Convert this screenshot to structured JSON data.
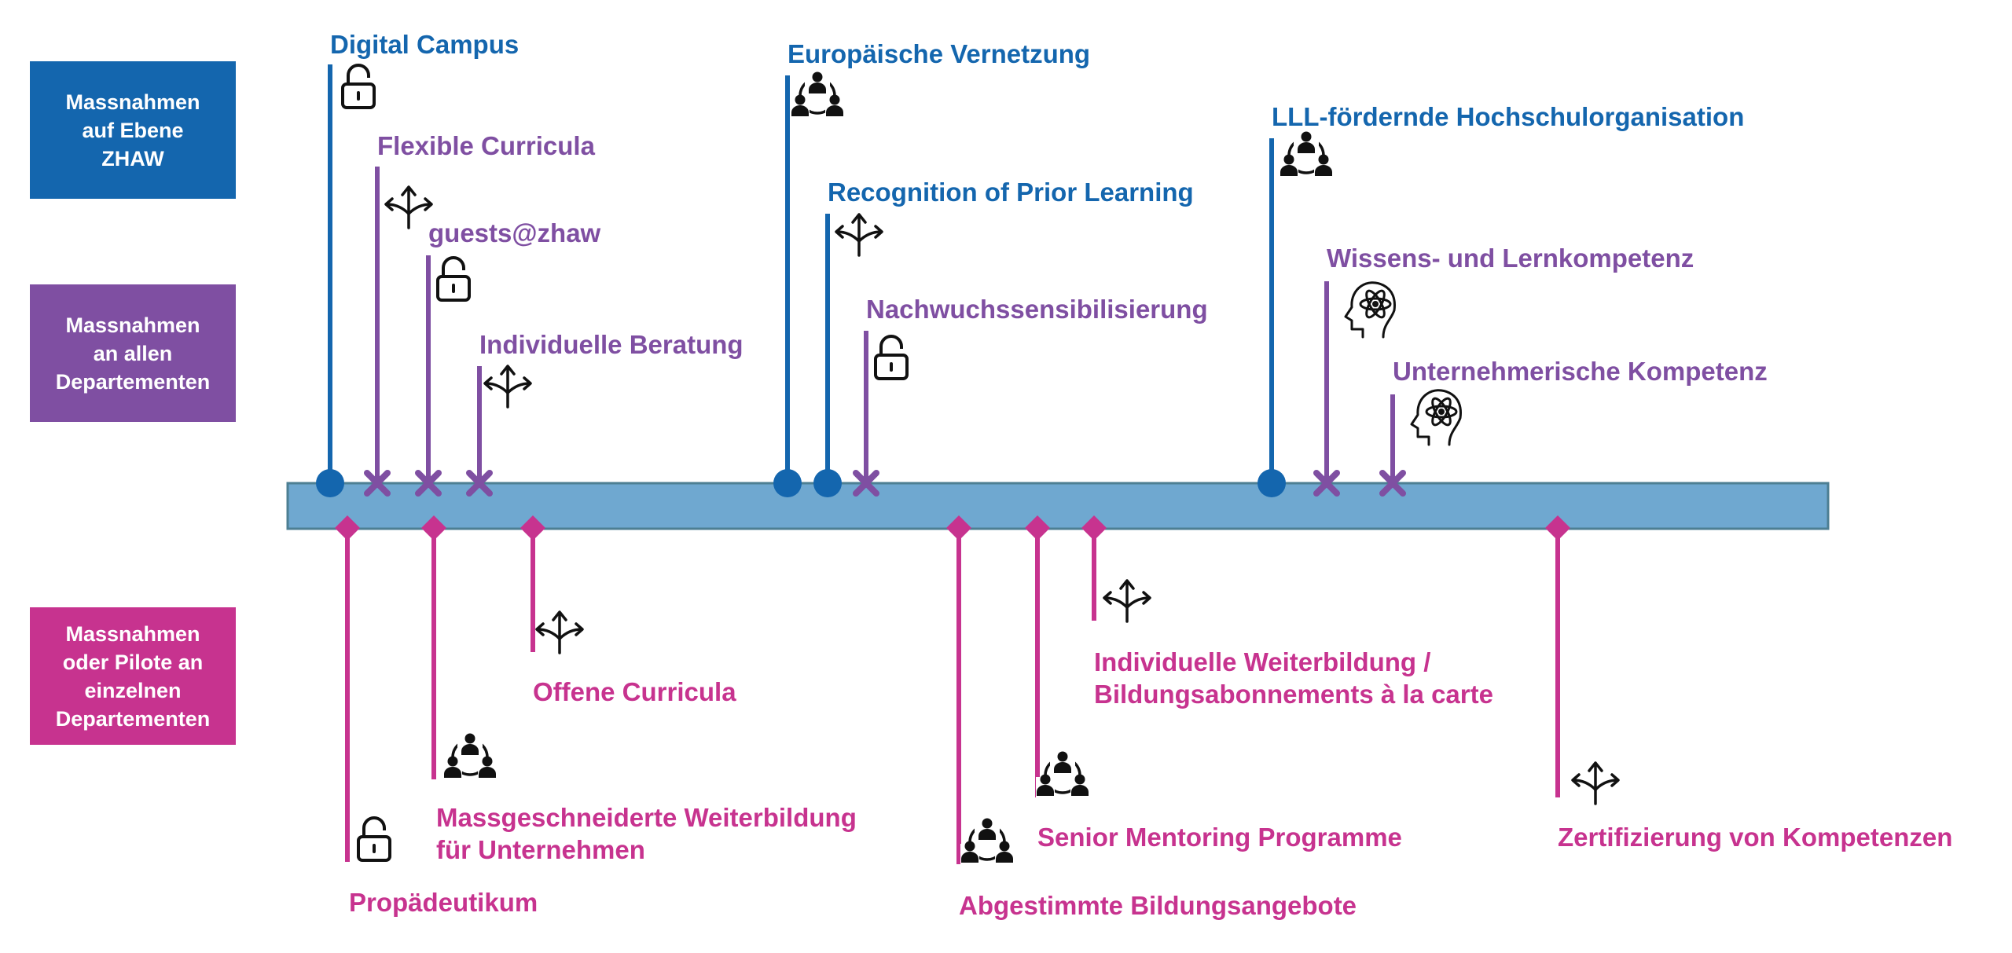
{
  "colors": {
    "zhaw": "#1466AE",
    "all": "#7F4FA2",
    "single": "#C7338F",
    "bar_fill": "#6FA8D0",
    "bar_stroke": "#4D7F93",
    "icon": "#111111"
  },
  "legend": [
    {
      "level": "zhaw",
      "lines": [
        "Massnahmen",
        "auf Ebene",
        "ZHAW"
      ]
    },
    {
      "level": "all",
      "lines": [
        "Massnahmen",
        "an allen",
        "Departementen"
      ]
    },
    {
      "level": "single",
      "lines": [
        "Massnahmen",
        "oder Pilote an",
        "einzelnen",
        "Departementen"
      ]
    }
  ],
  "measures": [
    {
      "id": "digital-campus",
      "level": "zhaw",
      "lines": [
        "Digital Campus"
      ],
      "icon": "lock-icon"
    },
    {
      "id": "flexible-curricula",
      "level": "all",
      "lines": [
        "Flexible Curricula"
      ],
      "icon": "split-arrows-icon"
    },
    {
      "id": "guests-zhaw",
      "level": "all",
      "lines": [
        "guests@zhaw"
      ],
      "icon": "lock-icon"
    },
    {
      "id": "individuelle-beratung",
      "level": "all",
      "lines": [
        "Individuelle Beratung"
      ],
      "icon": "split-arrows-icon"
    },
    {
      "id": "europaeische-vernetzung",
      "level": "zhaw",
      "lines": [
        "Europäische Vernetzung"
      ],
      "icon": "network-people-icon"
    },
    {
      "id": "recognition-prior-learning",
      "level": "zhaw",
      "lines": [
        "Recognition of Prior Learning"
      ],
      "icon": "split-arrows-icon"
    },
    {
      "id": "nachwuchssensibilisierung",
      "level": "all",
      "lines": [
        "Nachwuchssensibilisierung"
      ],
      "icon": "lock-icon"
    },
    {
      "id": "lll-hochschulorganisation",
      "level": "zhaw",
      "lines": [
        "LLL-fördernde Hochschulorganisation"
      ],
      "icon": "network-people-icon"
    },
    {
      "id": "wissens-lernkompetenz",
      "level": "all",
      "lines": [
        "Wissens- und Lernkompetenz"
      ],
      "icon": "head-atom-icon"
    },
    {
      "id": "unternehmerische-kompetenz",
      "level": "all",
      "lines": [
        "Unternehmerische Kompetenz"
      ],
      "icon": "head-atom-icon"
    },
    {
      "id": "propaedeutikum",
      "level": "single",
      "lines": [
        "Propädeutikum"
      ],
      "icon": "lock-icon"
    },
    {
      "id": "massgeschneiderte-weiterbildung",
      "level": "single",
      "lines": [
        "Massgeschneiderte Weiterbildung",
        "für Unternehmen"
      ],
      "icon": "network-people-icon"
    },
    {
      "id": "offene-curricula",
      "level": "single",
      "lines": [
        "Offene Curricula"
      ],
      "icon": "split-arrows-icon"
    },
    {
      "id": "abgestimmte-bildungsangebote",
      "level": "single",
      "lines": [
        "Abgestimmte Bildungsangebote"
      ],
      "icon": "network-people-icon"
    },
    {
      "id": "senior-mentoring",
      "level": "single",
      "lines": [
        "Senior Mentoring Programme"
      ],
      "icon": "network-people-icon"
    },
    {
      "id": "individuelle-weiterbildung",
      "level": "single",
      "lines": [
        "Individuelle Weiterbildung /",
        "Bildungsabonnements à la carte"
      ],
      "icon": "split-arrows-icon"
    },
    {
      "id": "zertifizierung-kompetenzen",
      "level": "single",
      "lines": [
        "Zertifizierung von Kompetenzen"
      ],
      "icon": "split-arrows-icon"
    }
  ]
}
